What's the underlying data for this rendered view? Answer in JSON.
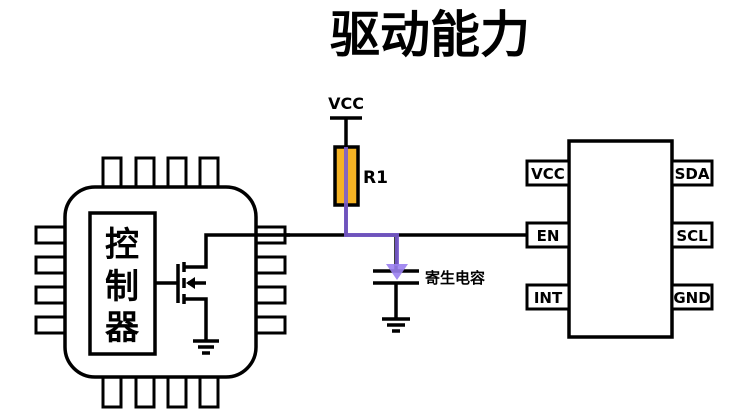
{
  "title": "驱动能力",
  "watermark": "",
  "vcc_label": "VCC",
  "resistor": {
    "label": "R1",
    "color": "#f5b324"
  },
  "capacitor_label": "寄生电容",
  "controller": {
    "chars": [
      "控",
      "制",
      "器"
    ]
  },
  "ic_pins": {
    "left": [
      "VCC",
      "EN",
      "INT"
    ],
    "right": [
      "SDA",
      "SCL",
      "GND"
    ]
  },
  "current_path_color": "#7a5ccf"
}
